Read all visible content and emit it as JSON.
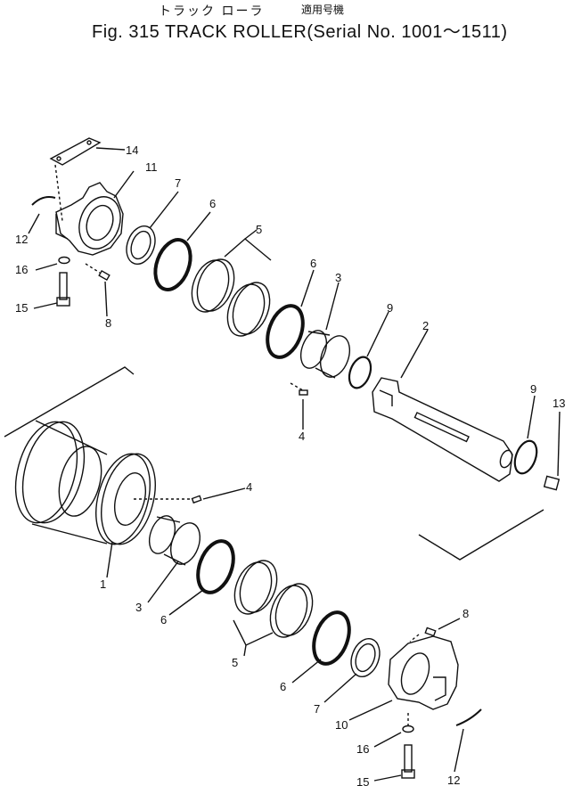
{
  "header": {
    "jp_name": "トラック ローラ",
    "jp_applicable": "適用号機",
    "fig": "Fig. 315",
    "name": "TRACK ROLLER",
    "serial": "(Serial No. 1001～1511)"
  },
  "labels": {
    "l1": "1",
    "l2": "2",
    "l3a": "3",
    "l3b": "3",
    "l4a": "4",
    "l4b": "4",
    "l5a": "5",
    "l5b": "5",
    "l6a": "6",
    "l6b": "6",
    "l6c": "6",
    "l6d": "6",
    "l7a": "7",
    "l7b": "7",
    "l8a": "8",
    "l8b": "8",
    "l9a": "9",
    "l9b": "9",
    "l10": "10",
    "l11": "11",
    "l12a": "12",
    "l12b": "12",
    "l13": "13",
    "l14": "14",
    "l15a": "15",
    "l15b": "15",
    "l16a": "16",
    "l16b": "16"
  }
}
